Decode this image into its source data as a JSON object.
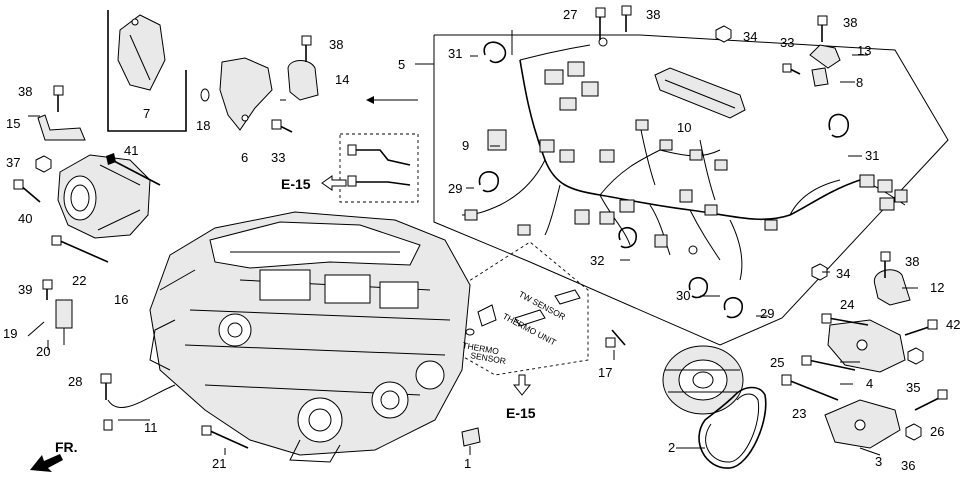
{
  "callouts": {
    "c1": "1",
    "c2": "2",
    "c3": "3",
    "c4": "4",
    "c5": "5",
    "c6": "6",
    "c7": "7",
    "c8": "8",
    "c9": "9",
    "c10": "10",
    "c11": "11",
    "c12": "12",
    "c13": "13",
    "c14": "14",
    "c15": "15",
    "c16": "16",
    "c17": "17",
    "c18": "18",
    "c19": "19",
    "c20": "20",
    "c21": "21",
    "c22": "22",
    "c23": "23",
    "c24": "24",
    "c25": "25",
    "c26": "26",
    "c27": "27",
    "c28": "28",
    "c29": "29",
    "c30": "30",
    "c31": "31",
    "c32": "32",
    "c33": "33",
    "c34": "34",
    "c35": "35",
    "c36": "36",
    "c37": "37",
    "c38": "38",
    "c39": "39",
    "c40": "40",
    "c41": "41",
    "c42": "42"
  },
  "references": {
    "e15_left": "E-15",
    "e15_bottom": "E-15",
    "front": "FR."
  },
  "sensor_labels": {
    "tw_sensor": "TW SENSOR",
    "thermo_unit": "THERMO UNIT",
    "thermo_sensor_1": "THERMO",
    "thermo_sensor_2": "SENSOR"
  },
  "icons": [
    "engine-assembly",
    "wire-harness",
    "alternator",
    "v-belt",
    "starter-motor",
    "bolt",
    "nut",
    "clip",
    "bracket"
  ]
}
